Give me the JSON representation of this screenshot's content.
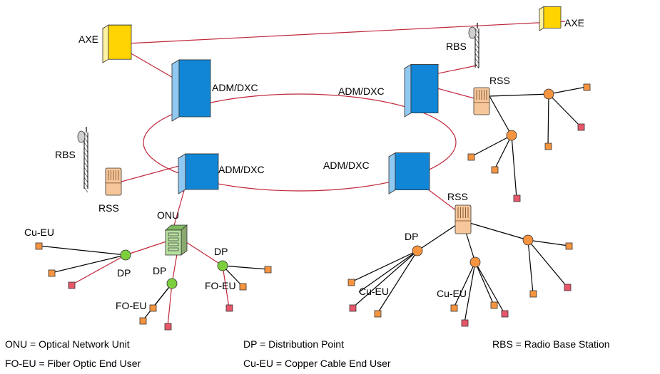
{
  "labels": {
    "axe": "AXE",
    "adm_dxc": "ADM/DXC",
    "rbs": "RBS",
    "rss": "RSS",
    "onu": "ONU",
    "dp": "DP",
    "cu_eu": "Cu-EU",
    "fo_eu": "FO-EU"
  },
  "legend": {
    "onu": "ONU = Optical Network Unit",
    "dp": "DP = Distribution Point",
    "rbs": "RBS = Radio Base Station",
    "fo_eu": "FO-EU = Fiber Optic End User",
    "cu_eu": "Cu-EU = Copper Cable End User"
  },
  "colors": {
    "fiber_link": "#c0283c",
    "copper_link": "#000000",
    "axe": "#ffd400",
    "adm_dxc": "#1186d6",
    "rss": "#f6c79a",
    "onu": "#b8e0a0",
    "dp_copper": "#f79440",
    "dp_fiber": "#7ccf3c",
    "copper_end_user": "#f79440",
    "fiber_end_user": "#e8566a"
  }
}
